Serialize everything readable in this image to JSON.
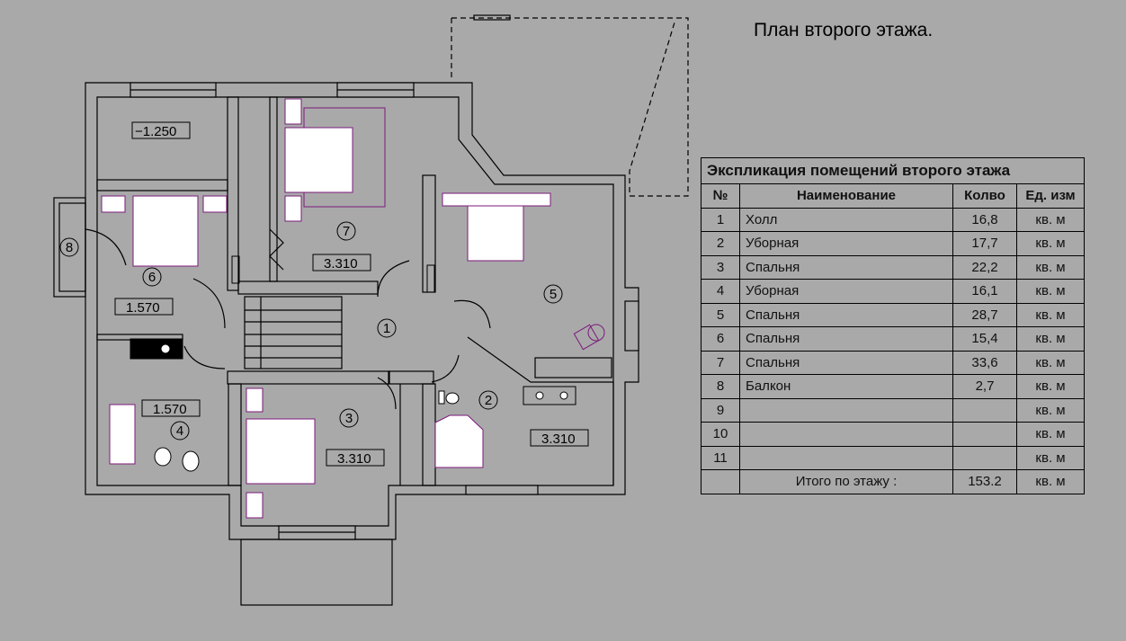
{
  "title": "План второго этажа.",
  "plan": {
    "level_labels": [
      "−1.250",
      "1.570",
      "1.570",
      "3.310",
      "3.310",
      "3.310"
    ],
    "room_numbers": [
      "1",
      "2",
      "3",
      "4",
      "5",
      "6",
      "7",
      "8"
    ]
  },
  "table": {
    "heading": "Экспликация помещений второго этажа",
    "columns": [
      "№",
      "Наименование",
      "Колво",
      "Ед. изм"
    ],
    "rows": [
      {
        "no": "1",
        "name": "Холл",
        "qty": "16,8",
        "unit": "кв. м"
      },
      {
        "no": "2",
        "name": "Уборная",
        "qty": "17,7",
        "unit": "кв. м"
      },
      {
        "no": "3",
        "name": "Спальня",
        "qty": "22,2",
        "unit": "кв. м"
      },
      {
        "no": "4",
        "name": "Уборная",
        "qty": "16,1",
        "unit": "кв. м"
      },
      {
        "no": "5",
        "name": "Спальня",
        "qty": "28,7",
        "unit": "кв. м"
      },
      {
        "no": "6",
        "name": "Спальня",
        "qty": "15,4",
        "unit": "кв. м"
      },
      {
        "no": "7",
        "name": "Спальня",
        "qty": "33,6",
        "unit": "кв. м"
      },
      {
        "no": "8",
        "name": "Балкон",
        "qty": "2,7",
        "unit": "кв. м"
      },
      {
        "no": "9",
        "name": "",
        "qty": "",
        "unit": "кв. м"
      },
      {
        "no": "10",
        "name": "",
        "qty": "",
        "unit": "кв. м"
      },
      {
        "no": "11",
        "name": "",
        "qty": "",
        "unit": "кв. м"
      }
    ],
    "total_label": "Итого по этажу :",
    "total_value": "153.2",
    "total_unit": "кв. м"
  }
}
